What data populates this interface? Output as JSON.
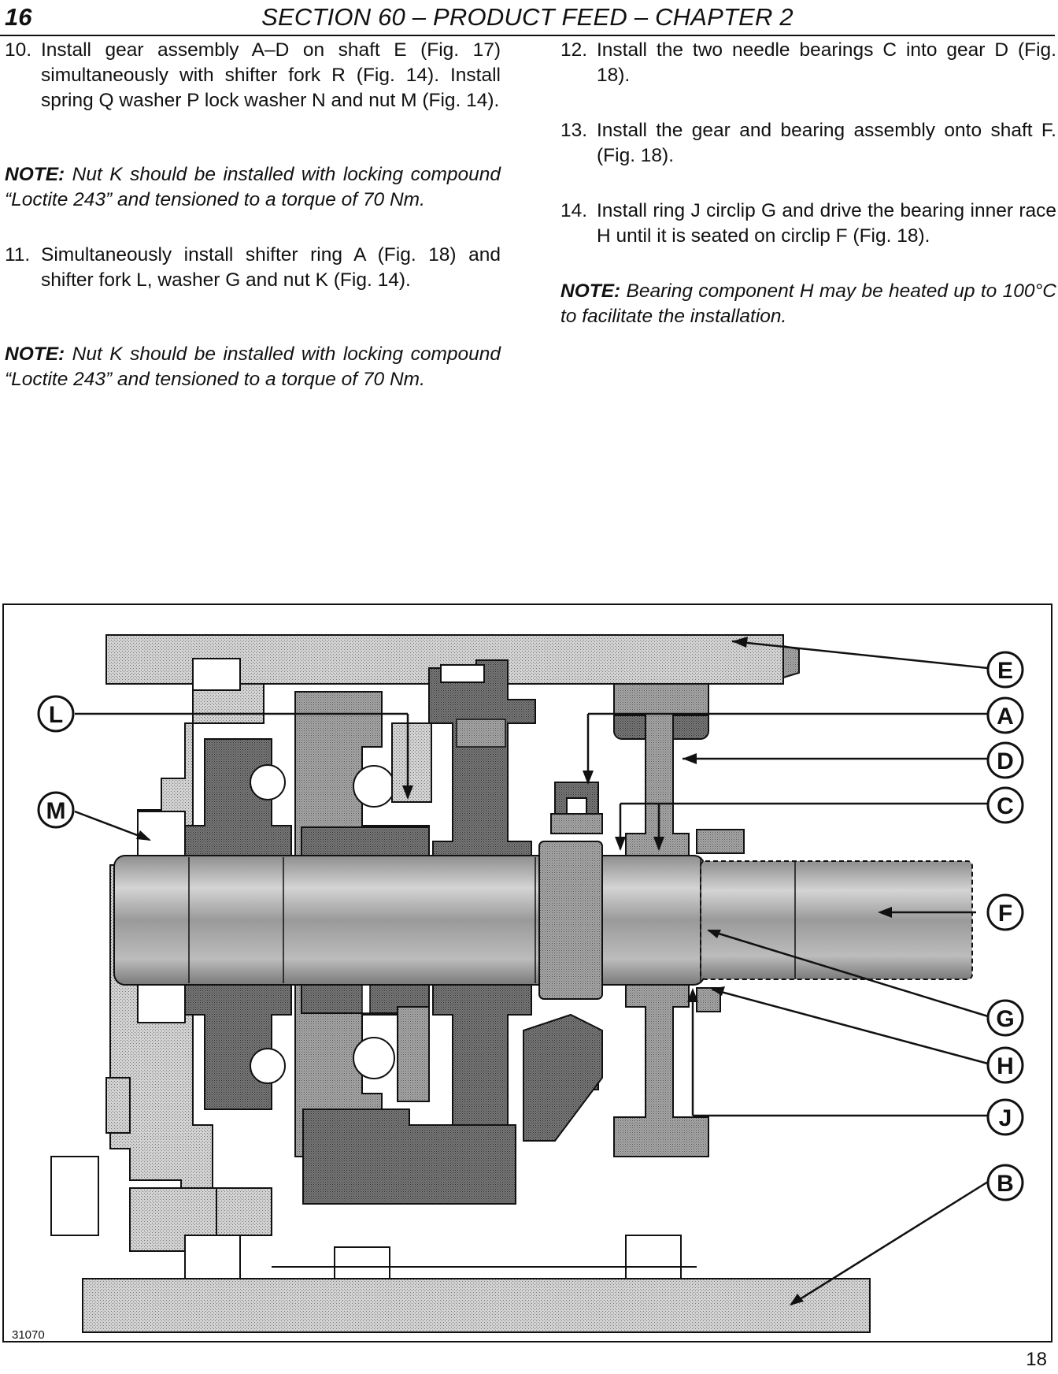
{
  "header": {
    "page_number": "16",
    "title": "SECTION 60 – PRODUCT FEED – CHAPTER 2"
  },
  "left_column": {
    "step10": {
      "number": "10.",
      "text": "Install gear assembly A–D on shaft E (Fig. 17) simultaneously with shifter fork R (Fig. 14). Install spring Q washer P lock washer N and nut M (Fig. 14)."
    },
    "note1": {
      "label": "NOTE:",
      "text": " Nut K should be installed with locking compound “Loctite 243” and tensioned to a torque of 70 Nm."
    },
    "step11": {
      "number": "11.",
      "text": "Simultaneously install shifter ring A (Fig. 18) and shifter fork L, washer G and nut K (Fig. 14)."
    },
    "note2": {
      "label": "NOTE:",
      "text": " Nut K should be installed with locking compound “Loctite 243” and tensioned to a torque of 70 Nm."
    }
  },
  "right_column": {
    "step12": {
      "number": "12.",
      "text": "Install the two needle bearings C into gear D (Fig. 18)."
    },
    "step13": {
      "number": "13.",
      "text": "Install the gear and bearing assembly onto shaft F. (Fig. 18)."
    },
    "step14": {
      "number": "14.",
      "text": "Install ring J circlip G and drive the bearing inner race H until it is seated on circlip F (Fig. 18)."
    },
    "note3": {
      "label": "NOTE:",
      "text": " Bearing component H may be heated up to 100°C  to facilitate the installation."
    }
  },
  "figure": {
    "callouts": {
      "E": "E",
      "A": "A",
      "D": "D",
      "C": "C",
      "F": "F",
      "G": "G",
      "H": "H",
      "J": "J",
      "B": "B",
      "L": "L",
      "M": "M"
    },
    "figure_number": "31070",
    "colors": {
      "light_hatch": "#c9c9c9",
      "mid_hatch": "#9a9a9a",
      "dark_hatch": "#6e6e6e",
      "line": "#111111"
    }
  },
  "footer": {
    "corner_number": "18"
  }
}
